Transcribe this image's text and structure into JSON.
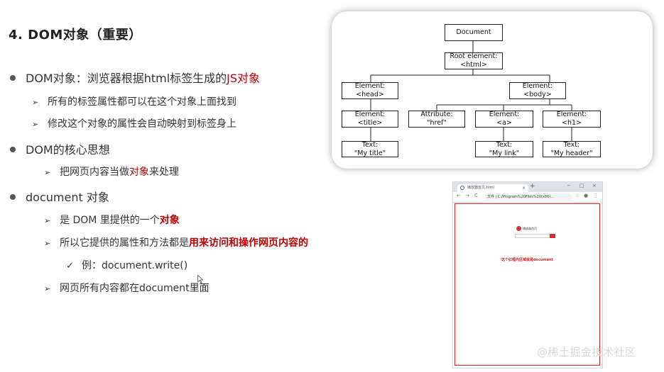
{
  "title": "4. DOM对象（重要）",
  "bullets": {
    "b1_prefix": "DOM对象：浏览器根据html标签生成的",
    "b1_highlight": "JS对象",
    "b1_sub1": "所有的标签属性都可以在这个对象上面找到",
    "b1_sub2": "修改这个对象的属性会自动映射到标签身上",
    "b2": "DOM的核心思想",
    "b2_sub1_a": "把网页内容当做",
    "b2_sub1_highlight": "对象",
    "b2_sub1_b": "来处理",
    "b3": "document 对象",
    "b3_sub1_a": "是 DOM 里提供的一个",
    "b3_sub1_highlight": "对象",
    "b3_sub2_a": "所以它提供的属性和方法都是",
    "b3_sub2_highlight": "用来访问和操作网页内容的",
    "b3_sub2_example": "例：document.write()",
    "b3_sub3": "网页所有内容都在document里面"
  },
  "tree": {
    "document": "Document",
    "root_l1": "Root element:",
    "root_l2": "<html>",
    "head_l1": "Element:",
    "head_l2": "<head>",
    "body_l1": "Element:",
    "body_l2": "<body>",
    "title_l1": "Element:",
    "title_l2": "<title>",
    "attr_l1": "Attribute:",
    "attr_l2": "\"href\"",
    "a_l1": "Element:",
    "a_l2": "<a>",
    "h1_l1": "Element:",
    "h1_l2": "<h1>",
    "t1_l1": "Text:",
    "t1_l2": "\"My title\"",
    "t2_l1": "Text:",
    "t2_l2": "\"My link\"",
    "t3_l1": "Text:",
    "t3_l2": "\"My header\""
  },
  "browser": {
    "tab_title": "播放器首页.html",
    "tab_close": "×",
    "new_tab": "+",
    "win_min": "−",
    "win_max": "□",
    "win_close": "×",
    "nav_back": "←",
    "nav_forward": "→",
    "nav_reload": "C",
    "url": "文件 | C:/Program%20Files%20(x86)...",
    "logo_text": "播放器首页",
    "note": "这个红框内区域就是document"
  },
  "watermark": "@稀土掘金技术社区"
}
